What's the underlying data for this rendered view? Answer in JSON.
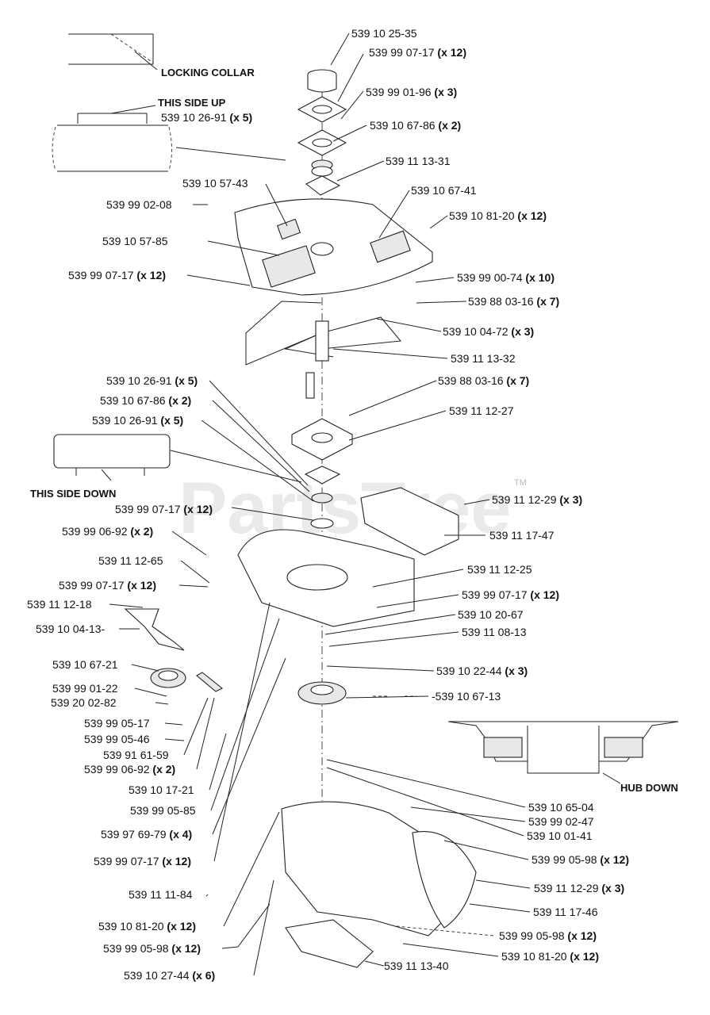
{
  "watermark": "PartsTree",
  "watermark_tm": "TM",
  "captions": {
    "locking_collar": "LOCKING COLLAR",
    "this_side_up": "THIS SIDE UP",
    "this_side_down": "THIS SIDE DOWN",
    "hub_down": "HUB DOWN"
  },
  "callouts": [
    {
      "part": "539 10 25-35",
      "qty": ""
    },
    {
      "part": "539 99 07-17",
      "qty": "(x 12)"
    },
    {
      "part": "539 99 01-96",
      "qty": "(x 3)"
    },
    {
      "part": "539 10 26-91",
      "qty": "(x 5)"
    },
    {
      "part": "539 10 67-86",
      "qty": "(x 2)"
    },
    {
      "part": "539 11 13-31",
      "qty": ""
    },
    {
      "part": "539 10 57-43",
      "qty": ""
    },
    {
      "part": "539 10 67-41",
      "qty": ""
    },
    {
      "part": "539 99 02-08",
      "qty": ""
    },
    {
      "part": "539 10 81-20",
      "qty": "(x 12)"
    },
    {
      "part": "539 10 57-85",
      "qty": ""
    },
    {
      "part": "539 99 07-17",
      "qty": "(x 12)"
    },
    {
      "part": "539 99 00-74",
      "qty": "(x 10)"
    },
    {
      "part": "539 88 03-16",
      "qty": "(x 7)"
    },
    {
      "part": "539 10 04-72",
      "qty": "(x 3)"
    },
    {
      "part": "539 11 13-32",
      "qty": ""
    },
    {
      "part": "539 10 26-91",
      "qty": "(x 5)"
    },
    {
      "part": "539 88 03-16",
      "qty": "(x 7)"
    },
    {
      "part": "539 10 67-86",
      "qty": "(x 2)"
    },
    {
      "part": "539 10 26-91",
      "qty": "(x 5)"
    },
    {
      "part": "539 11 12-27",
      "qty": ""
    },
    {
      "part": "539 99 07-17",
      "qty": "(x 12)"
    },
    {
      "part": "539 11 12-29",
      "qty": "(x 3)"
    },
    {
      "part": "539 99 06-92",
      "qty": "(x 2)"
    },
    {
      "part": "539 11 17-47",
      "qty": ""
    },
    {
      "part": "539 11 12-65",
      "qty": ""
    },
    {
      "part": "539 11 12-25",
      "qty": ""
    },
    {
      "part": "539 99 07-17",
      "qty": "(x 12)"
    },
    {
      "part": "539 99 07-17",
      "qty": "(x 12)"
    },
    {
      "part": "539 11 12-18",
      "qty": ""
    },
    {
      "part": "539 10 20-67",
      "qty": ""
    },
    {
      "part": "539 10 04-13-",
      "qty": ""
    },
    {
      "part": "539 11 08-13",
      "qty": ""
    },
    {
      "part": "539 10 67-21",
      "qty": ""
    },
    {
      "part": "539 10 22-44",
      "qty": "(x 3)"
    },
    {
      "part": "539 99 01-22",
      "qty": ""
    },
    {
      "part": "-539 10 67-13",
      "qty": ""
    },
    {
      "part": "539 20 02-82",
      "qty": ""
    },
    {
      "part": "539 99 05-17",
      "qty": ""
    },
    {
      "part": "539 99 05-46",
      "qty": ""
    },
    {
      "part": "539 91 61-59",
      "qty": ""
    },
    {
      "part": "539 99 06-92",
      "qty": "(x 2)"
    },
    {
      "part": "539 10 17-21",
      "qty": ""
    },
    {
      "part": "539 10 65-04",
      "qty": ""
    },
    {
      "part": "539 99 05-85",
      "qty": ""
    },
    {
      "part": "539 99 02-47",
      "qty": ""
    },
    {
      "part": "539 10 01-41",
      "qty": ""
    },
    {
      "part": "539 97 69-79",
      "qty": "(x 4)"
    },
    {
      "part": "539 99 05-98",
      "qty": "(x 12)"
    },
    {
      "part": "539 99 07-17",
      "qty": "(x 12)"
    },
    {
      "part": "539 11 12-29",
      "qty": "(x 3)"
    },
    {
      "part": "539 11 11-84",
      "qty": ""
    },
    {
      "part": "539 11 17-46",
      "qty": ""
    },
    {
      "part": "539 10 81-20",
      "qty": "(x 12)"
    },
    {
      "part": "539 99 05-98",
      "qty": "(x 12)"
    },
    {
      "part": "539 99 05-98",
      "qty": "(x 12)"
    },
    {
      "part": "539 10 81-20",
      "qty": "(x 12)"
    },
    {
      "part": "539 11 13-40",
      "qty": ""
    },
    {
      "part": "539 10 27-44",
      "qty": "(x 6)"
    }
  ]
}
